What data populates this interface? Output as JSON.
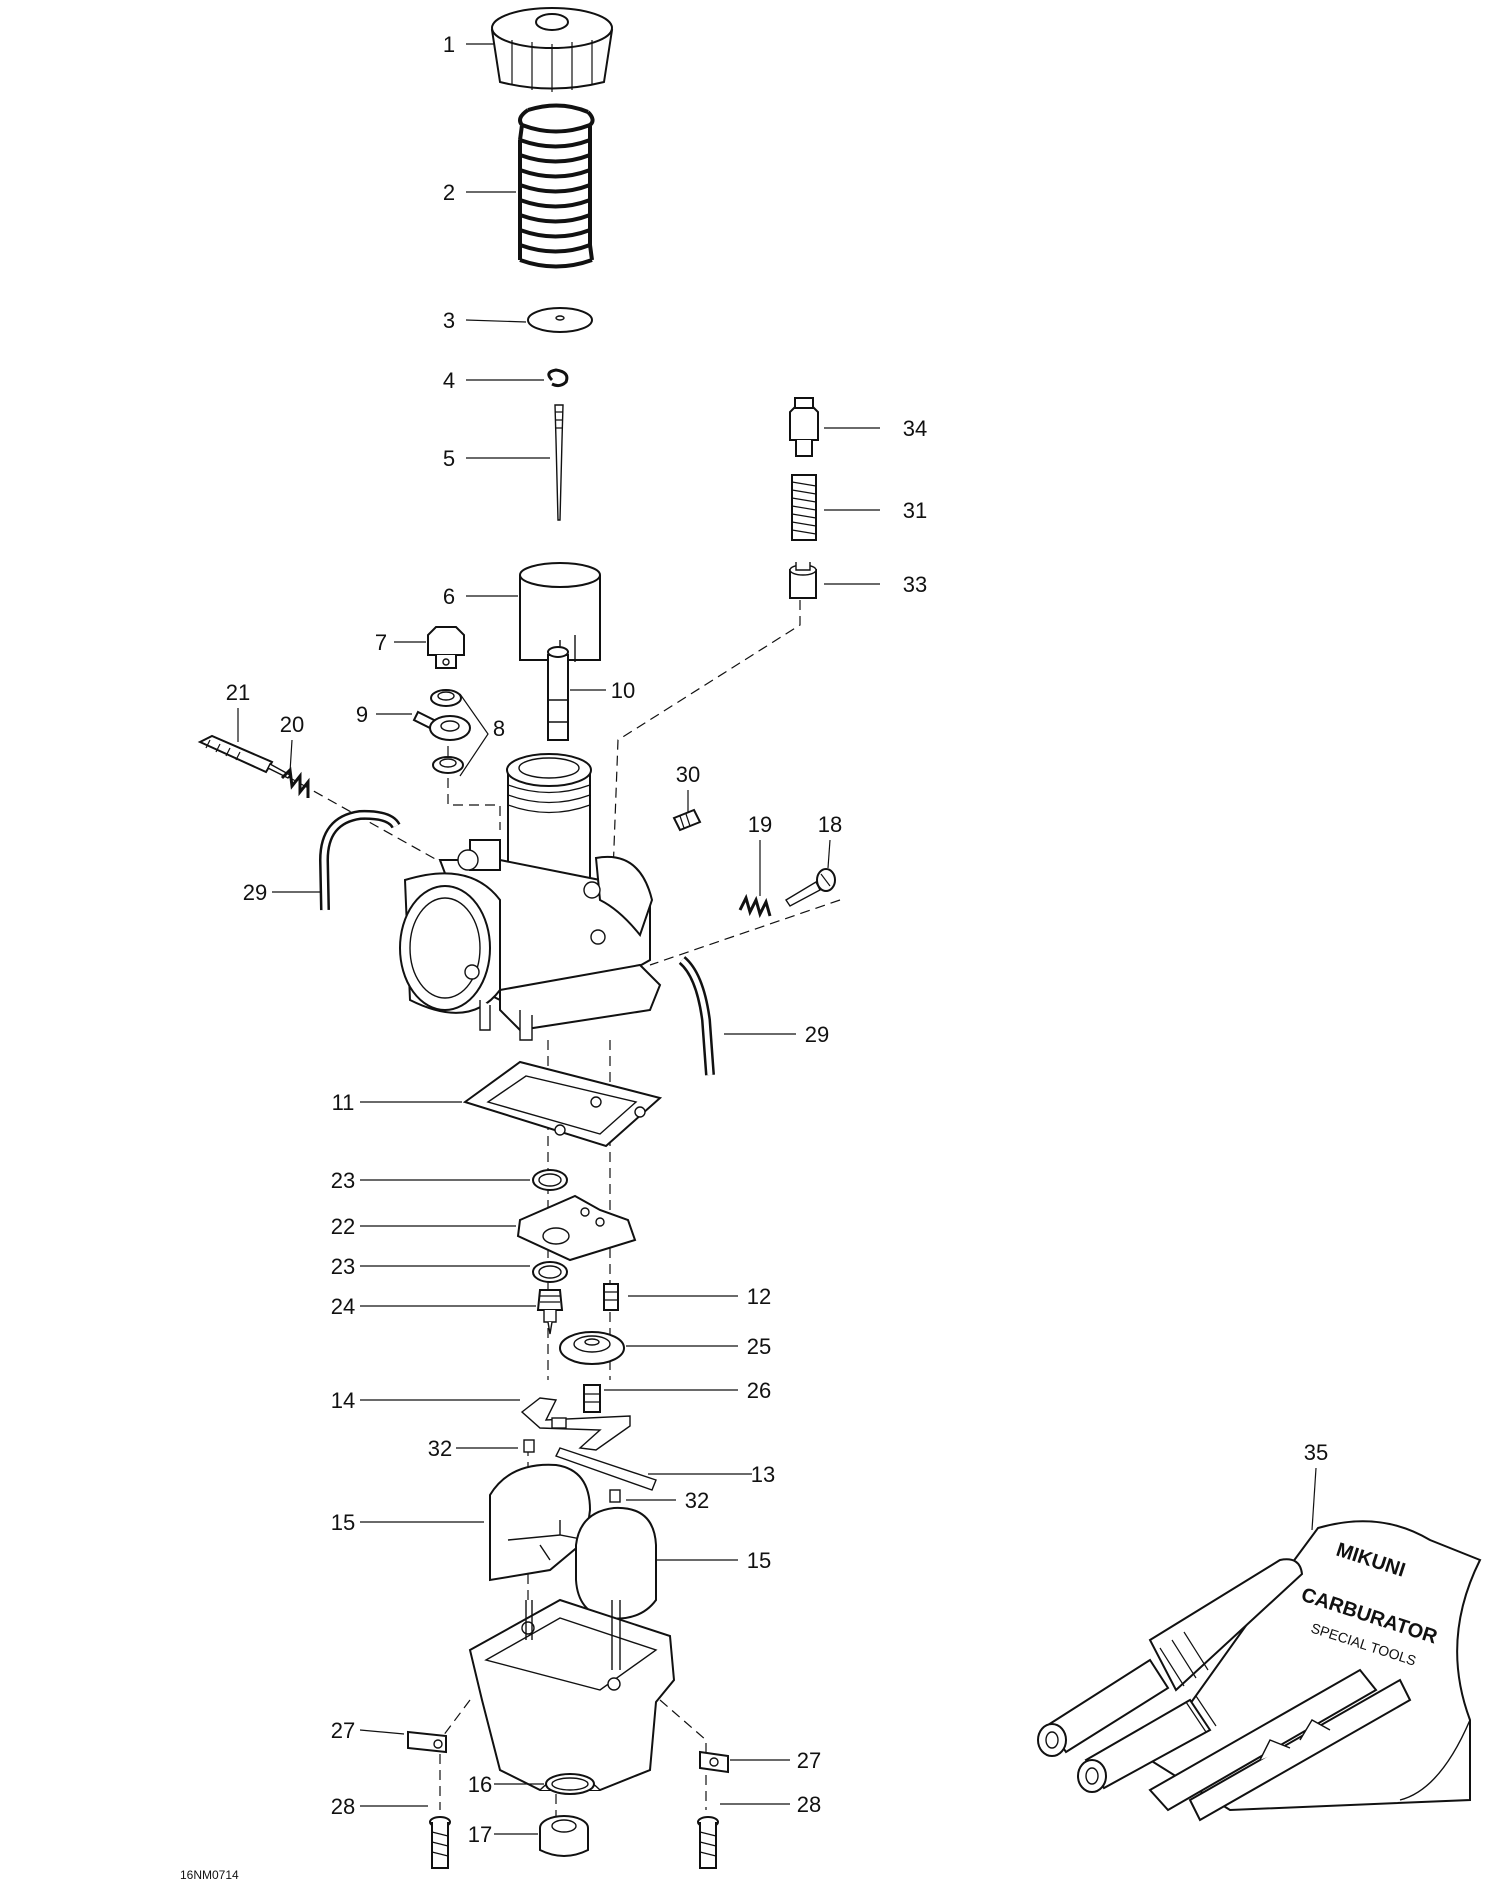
{
  "diagram": {
    "document_id": "16NM0714",
    "callouts": [
      "1",
      "2",
      "3",
      "4",
      "5",
      "6",
      "7",
      "8",
      "9",
      "10",
      "11",
      "12",
      "13",
      "14",
      "15",
      "15",
      "16",
      "17",
      "18",
      "19",
      "20",
      "21",
      "22",
      "23",
      "23",
      "24",
      "25",
      "26",
      "27",
      "27",
      "28",
      "28",
      "29",
      "29",
      "30",
      "31",
      "32",
      "32",
      "33",
      "34",
      "35"
    ],
    "kit_label_lines": [
      "MIKUNI",
      "CARBURATOR",
      "SPECIAL TOOLS"
    ]
  }
}
